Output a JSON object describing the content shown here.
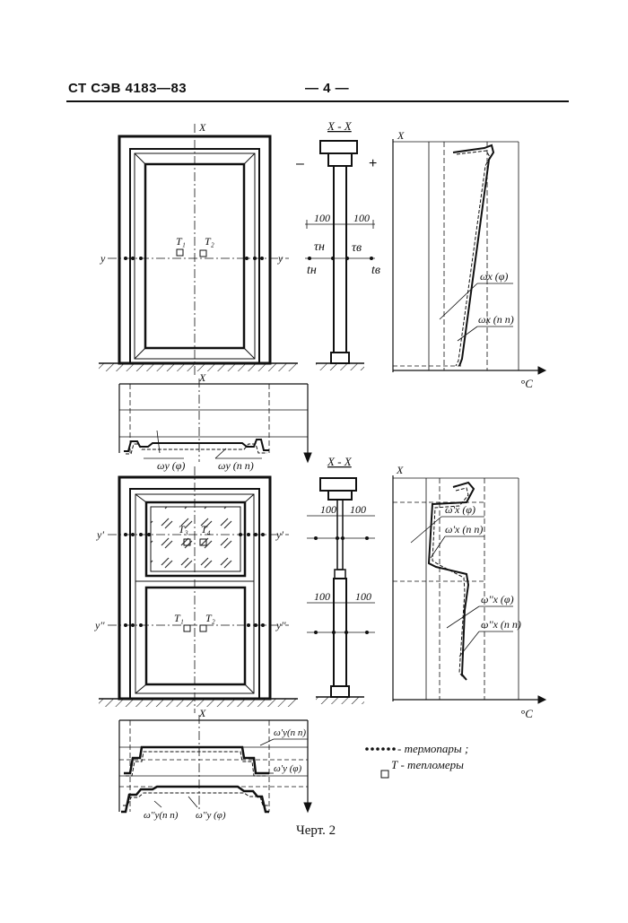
{
  "header": {
    "code": "СТ СЭВ 4183—83",
    "page": "— 4 —"
  },
  "labels": {
    "x": "X",
    "section_top": "X - X",
    "section_bottom": "X - X",
    "minus": "–",
    "plus": "+",
    "dim100": "100",
    "y": "y",
    "y1": "y'",
    "y2": "y''",
    "T1": "T₁",
    "T2": "T₂",
    "T3": "T₃",
    "T4": "T₄",
    "tau_n": "τн",
    "tau_v": "τв",
    "t_n": "tн",
    "t_v": "tв",
    "wx_f": "ωx (φ)",
    "wx_pp": "ωx (п п)",
    "wy_f": "ωy (φ)",
    "wy_pp": "ωy (п п)",
    "wx1_f": "ω'x (φ)",
    "wx1_pp": "ω'x (п п)",
    "wx2_f": "ω''x (φ)",
    "wx2_pp": "ω''x (п п)",
    "wy1_pp": "ω'y(п п)",
    "wy1_f": "ω'y (φ)",
    "wy2_pp": "ω''y(п п)",
    "wy2_f": "ω''y (φ)",
    "degC": "°C"
  },
  "legend": {
    "thermocouples": "- термопары ;",
    "heatmeters": "Т - тепломеры"
  },
  "caption": "Черт. 2"
}
